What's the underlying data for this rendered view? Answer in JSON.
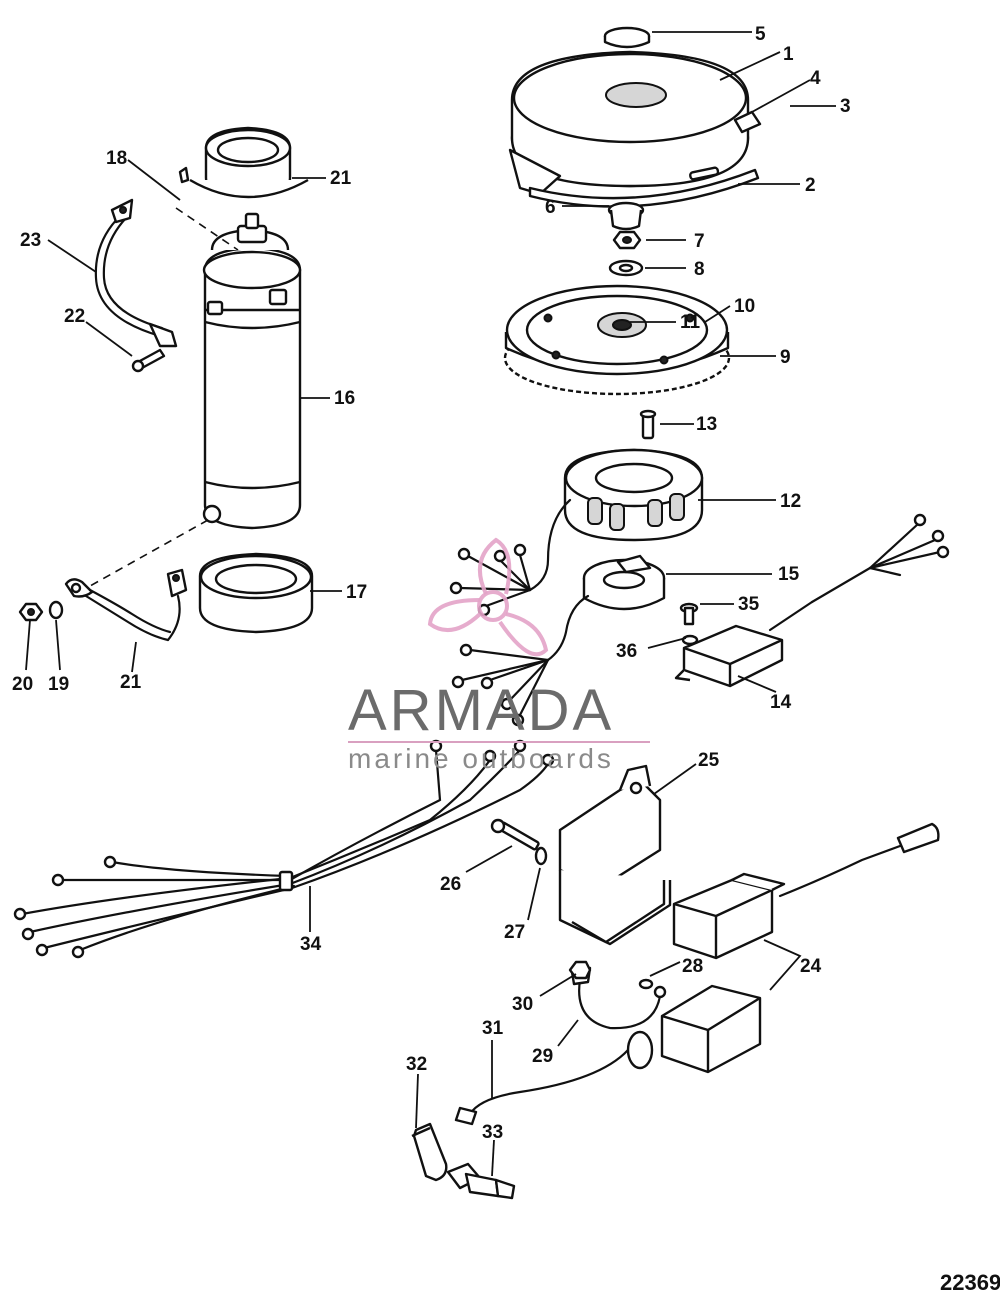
{
  "callouts": [
    "1",
    "2",
    "3",
    "4",
    "5",
    "6",
    "7",
    "8",
    "9",
    "10",
    "11",
    "12",
    "13",
    "14",
    "15",
    "16",
    "17",
    "18",
    "19",
    "20",
    "21",
    "21",
    "22",
    "23",
    "24",
    "25",
    "26",
    "27",
    "28",
    "29",
    "30",
    "31",
    "32",
    "33",
    "34",
    "35",
    "36"
  ],
  "drawing_number": "22369",
  "watermark": {
    "title": "ARMADA",
    "subtitle": "marine outboards",
    "colors": {
      "logo": "#e3a3c8",
      "title": "#6b6b6b",
      "subtitle": "#8a8a8a"
    }
  },
  "colors": {
    "line": "#111111",
    "background": "#ffffff"
  }
}
